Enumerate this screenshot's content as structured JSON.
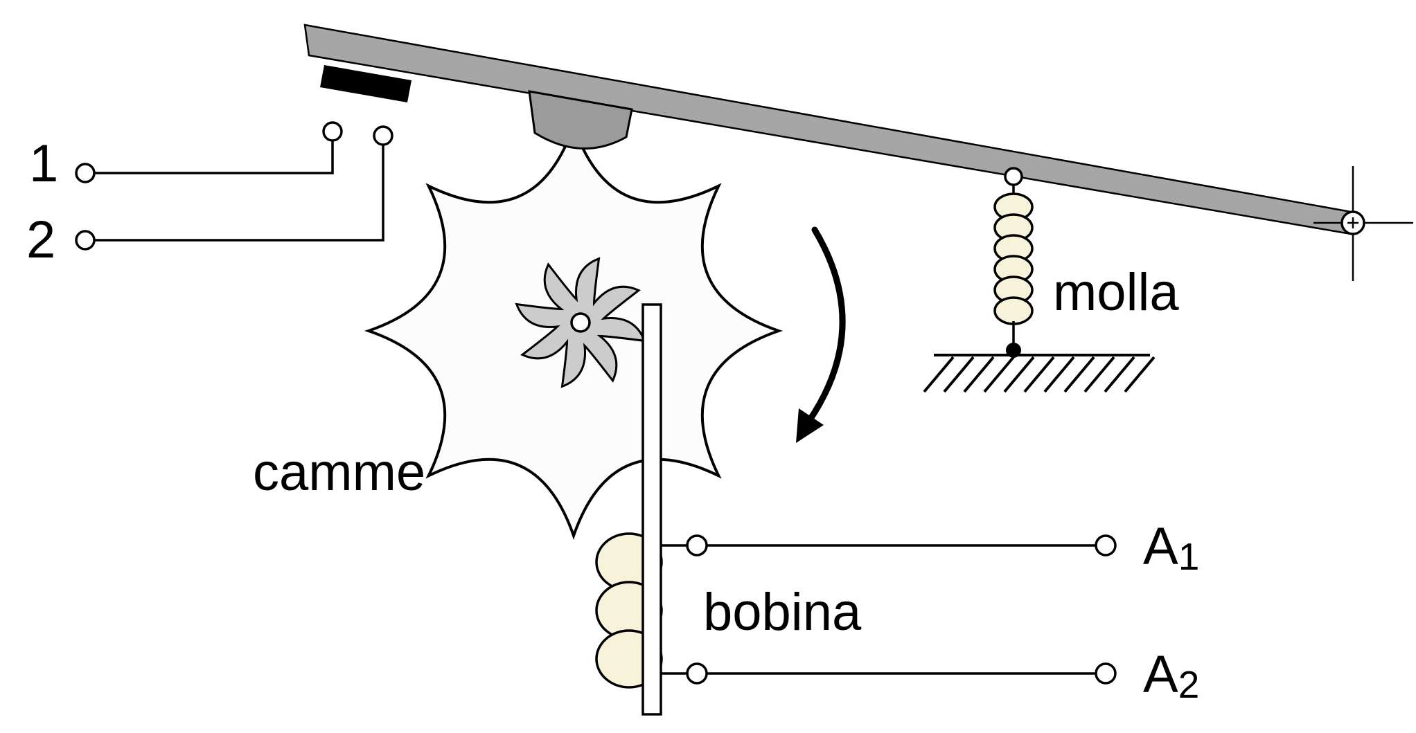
{
  "diagram": {
    "title_semantic": "cam-operated switch schematic",
    "labels": {
      "terminal1": "1",
      "terminal2": "2",
      "cam": "camme",
      "spring": "molla",
      "coil": "bobina",
      "a1_base": "A",
      "a1_sub": "1",
      "a2_base": "A",
      "a2_sub": "2"
    },
    "colors": {
      "line": "#000000",
      "white": "#ffffff",
      "lever": "#a6a6a6",
      "follower": "#9b9b9b",
      "star": "#cccccc",
      "cam": "#fcfcfc",
      "cream": "#f7f3da"
    }
  }
}
